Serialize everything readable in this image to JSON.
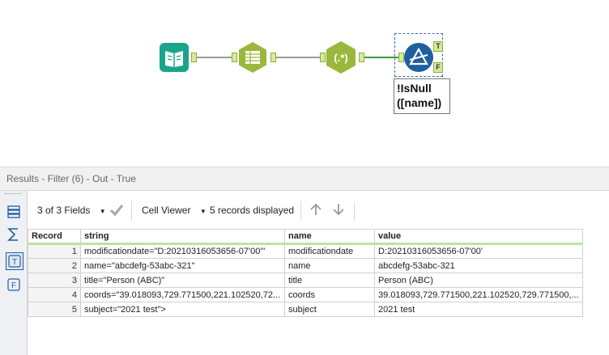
{
  "workflow": {
    "tools": [
      {
        "name": "input-data-tool",
        "icon": "book-icon",
        "color": "#1aa58a"
      },
      {
        "name": "select-tool",
        "icon": "table-list-icon",
        "color": "#9ab83b"
      },
      {
        "name": "regex-tool",
        "icon": "regex-icon",
        "color": "#9ab83b",
        "glyph": "(.*)"
      },
      {
        "name": "filter-tool",
        "icon": "filter-triangle-icon",
        "color": "#1f5fa0"
      }
    ],
    "filter_anchors": {
      "true_label": "T",
      "false_label": "F"
    },
    "filter_expression": "!IsNull ([name])"
  },
  "results": {
    "title": "Results - Filter (6) - Out - True",
    "toolbar": {
      "fields_label": "3 of 3 Fields",
      "cell_viewer_label": "Cell Viewer",
      "records_displayed": "5 records displayed"
    },
    "side_buttons": {
      "t_label": "T",
      "f_label": "F"
    },
    "columns": [
      "Record",
      "string",
      "name",
      "value"
    ],
    "rows": [
      {
        "record": "1",
        "string": "modificationdate=\"D:20210316053656-07'00'\"",
        "name": "modificationdate",
        "value": "D:20210316053656-07'00'"
      },
      {
        "record": "2",
        "string": "name=\"abcdefg-53abc-321\"",
        "name": "name",
        "value": "abcdefg-53abc-321"
      },
      {
        "record": "3",
        "string": "title=\"Person (ABC)\"",
        "name": "title",
        "value": "Person (ABC)"
      },
      {
        "record": "4",
        "string": "coords=\"39.018093,729.771500,221.102520,72...",
        "name": "coords",
        "value": "39.018093,729.771500,221.102520,729.771500,..."
      },
      {
        "record": "5",
        "string": "subject=\"2021 test\">",
        "name": "subject",
        "value": "2021 test"
      }
    ]
  }
}
